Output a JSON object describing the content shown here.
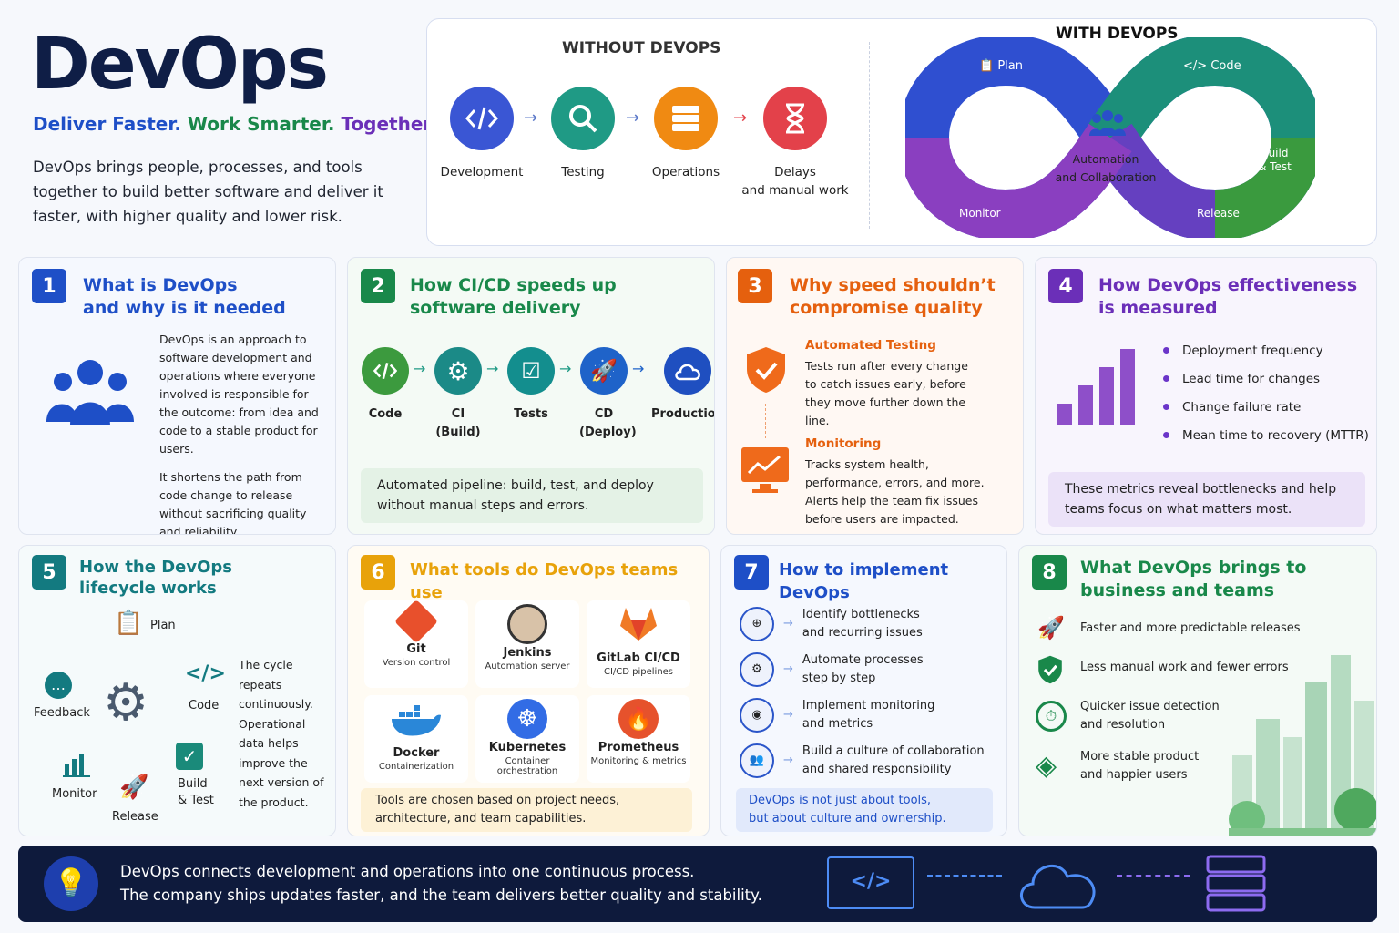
{
  "hero": {
    "title": "DevOps",
    "tagline": {
      "p1": "Deliver Faster.",
      "p2": "Work Smarter.",
      "p3": "Together."
    },
    "desc": "DevOps brings people, processes, and tools together to build better software and deliver it faster, with higher quality and lower risk."
  },
  "compare": {
    "without_title": "WITHOUT DEVOPS",
    "with_title": "WITH DEVOPS",
    "without_steps": [
      {
        "label": "Development",
        "icon": "code-icon",
        "color": "#3a56d4"
      },
      {
        "label": "Testing",
        "icon": "search-icon",
        "color": "#1f9a85"
      },
      {
        "label": "Operations",
        "icon": "server-icon",
        "color": "#f08a12"
      },
      {
        "label": "Delays\nand manual work",
        "icon": "hourglass-icon",
        "color": "#e3414a"
      }
    ],
    "loop": {
      "plan": "Plan",
      "code": "Code",
      "build": "Build\n& Test",
      "release": "Release",
      "monitor": "Monitor",
      "center": "Automation\nand Collaboration"
    }
  },
  "cards": {
    "c1": {
      "num": "1",
      "title": "What is DevOps\nand why is it needed",
      "p1": "DevOps is an approach to software development and operations where everyone involved is responsible for the outcome: from idea and code to a stable product for users.",
      "p2": "It shortens the path from code change to release without sacrificing quality and reliability."
    },
    "c2": {
      "num": "2",
      "title": "How CI/CD speeds up\nsoftware delivery",
      "steps": [
        "Code",
        "CI\n(Build)",
        "Tests",
        "CD\n(Deploy)",
        "Production"
      ],
      "note": "Automated pipeline: build, test, and deploy without manual steps and errors."
    },
    "c3": {
      "num": "3",
      "title": "Why speed shouldn’t\ncompromise quality",
      "t1": "Automated Testing",
      "d1": "Tests run after every change to catch issues early, before they move further down the line.",
      "t2": "Monitoring",
      "d2": "Tracks system health, performance, errors, and more. Alerts help the team fix issues before users are impacted."
    },
    "c4": {
      "num": "4",
      "title": "How DevOps effectiveness\nis measured",
      "items": [
        "Deployment frequency",
        "Lead time for changes",
        "Change failure rate",
        "Mean time to recovery (MTTR)"
      ],
      "note": "These metrics reveal bottlenecks and help teams focus on what matters most."
    },
    "c5": {
      "num": "5",
      "title": "How the DevOps\nlifecycle works",
      "plan": "Plan",
      "code": "Code",
      "build": "Build\n& Test",
      "release": "Release",
      "monitor": "Monitor",
      "feedback": "Feedback",
      "side": "The cycle repeats continuously. Operational data helps improve the next version of the product."
    },
    "c6": {
      "num": "6",
      "title": "What tools do DevOps teams use",
      "tools": [
        {
          "name": "Git",
          "desc": "Version control"
        },
        {
          "name": "Jenkins",
          "desc": "Automation server"
        },
        {
          "name": "GitLab CI/CD",
          "desc": "CI/CD pipelines"
        },
        {
          "name": "Docker",
          "desc": "Containerization"
        },
        {
          "name": "Kubernetes",
          "desc": "Container orchestration"
        },
        {
          "name": "Prometheus",
          "desc": "Monitoring & metrics"
        }
      ],
      "note": "Tools are chosen based on project needs, architecture, and team capabilities."
    },
    "c7": {
      "num": "7",
      "title": "How to implement DevOps",
      "steps": [
        "Identify bottlenecks\nand recurring issues",
        "Automate processes\nstep by step",
        "Implement monitoring\nand metrics",
        "Build a culture of collaboration\nand shared responsibility"
      ],
      "note": "DevOps is not just about tools,\nbut about culture and ownership."
    },
    "c8": {
      "num": "8",
      "title": "What DevOps brings to\nbusiness and teams",
      "items": [
        "Faster and more predictable releases",
        "Less manual work and fewer errors",
        "Quicker issue detection\nand resolution",
        "More stable product\nand happier users"
      ]
    }
  },
  "footer": {
    "line1": "DevOps connects development and operations into one continuous process.",
    "line2": "The company ships updates faster, and the team delivers better quality and stability."
  },
  "colors": {
    "blue": "#1e4fc7",
    "green": "#19884a",
    "orange": "#e5600e",
    "purple": "#6b2fb8",
    "teal": "#137a80",
    "gold": "#e8a20a",
    "navy": "#0e1a3c"
  }
}
